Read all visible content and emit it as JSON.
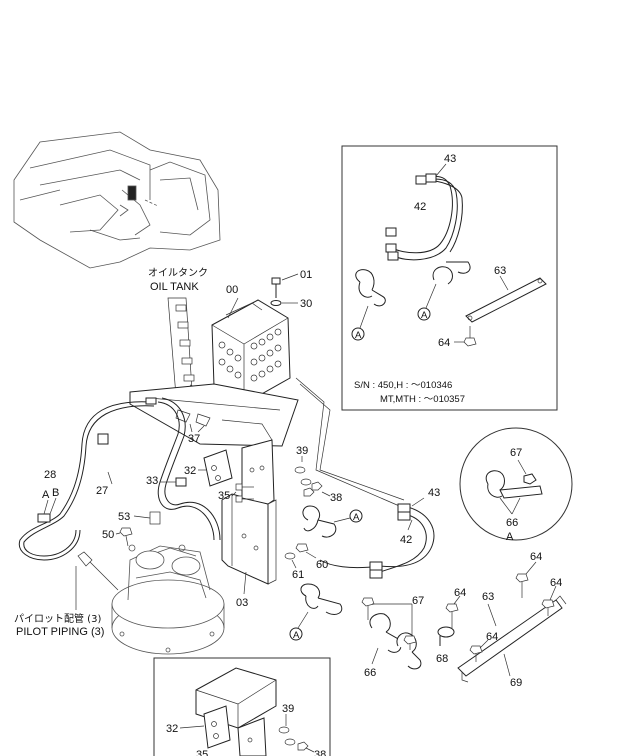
{
  "labels": {
    "oil_tank_jp": "オイルタンク",
    "oil_tank_en": "OIL TANK",
    "pilot_jp": "パイロット配管 (3)",
    "pilot_en": "PILOT PIPING (3)",
    "sn_line1": "S/N :   450,H :   ～010346",
    "sn_line2": "MT,MTH :   ～010357",
    "detail_A": "A",
    "ref_A": "A",
    "ref_B": "B"
  },
  "part_numbers": {
    "p00": "00",
    "p01": "01",
    "p03": "03",
    "p27": "27",
    "p28": "28",
    "p30": "30",
    "p32": "32",
    "p33": "33",
    "p35": "35",
    "p37": "37",
    "p38": "38",
    "p39": "39",
    "p42": "42",
    "p43": "43",
    "p50": "50",
    "p53": "53",
    "p60": "60",
    "p61": "61",
    "p63": "63",
    "p64": "64",
    "p66": "66",
    "p67": "67",
    "p68": "68",
    "p69": "69"
  }
}
